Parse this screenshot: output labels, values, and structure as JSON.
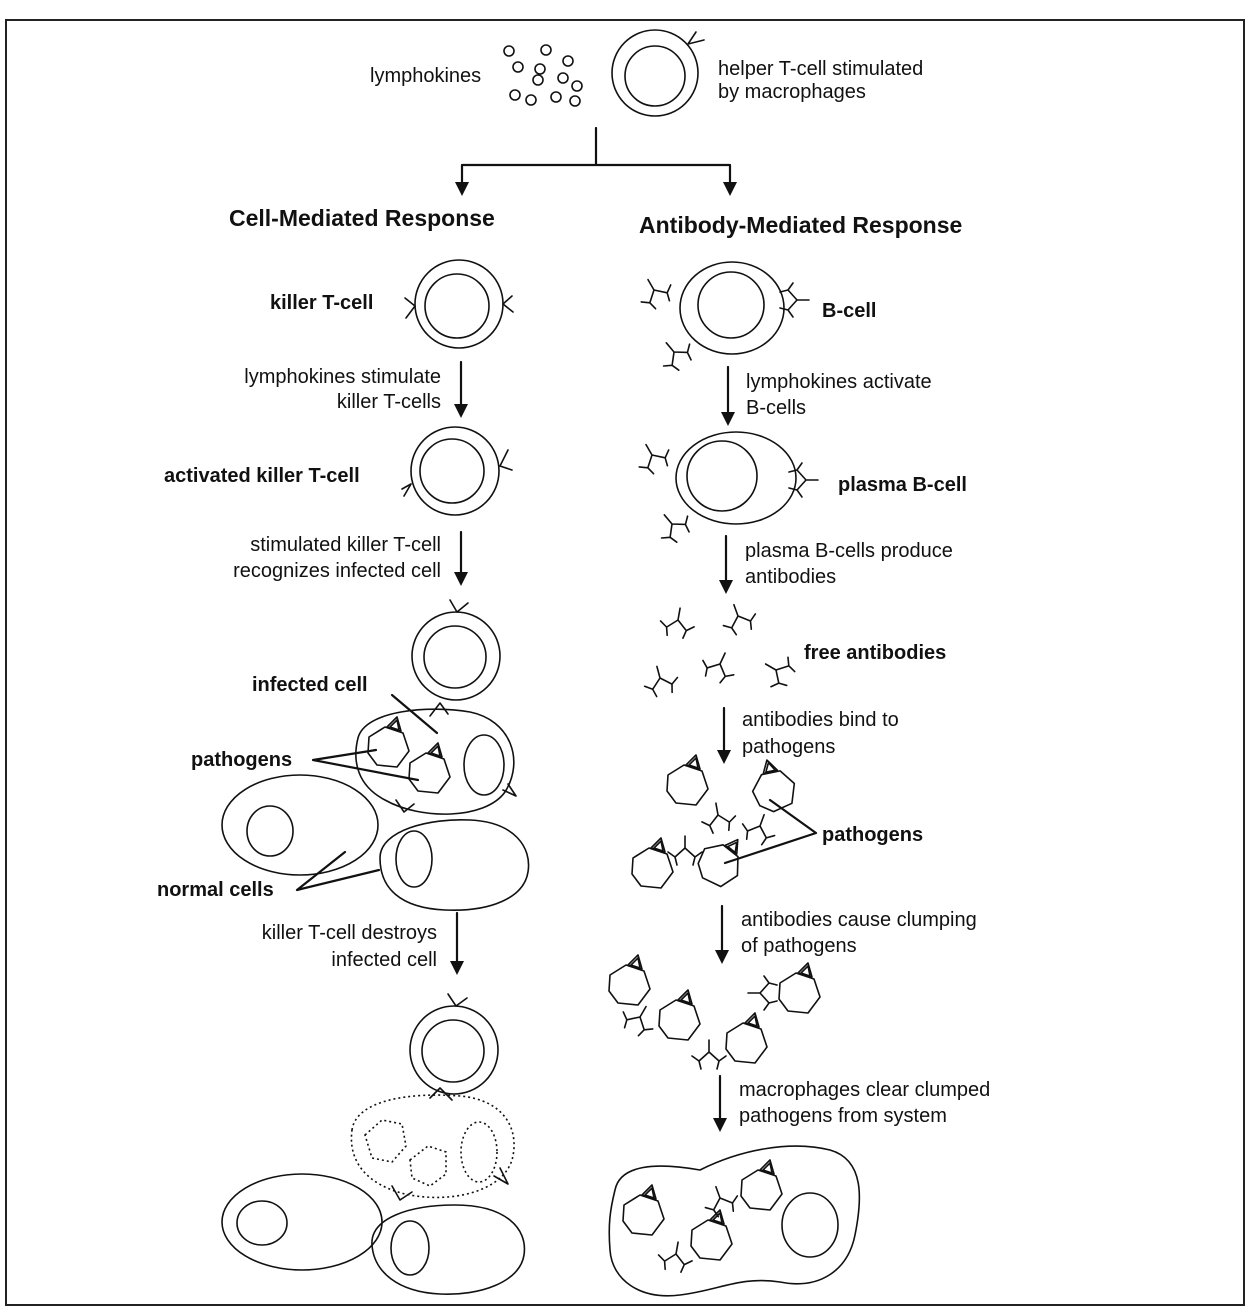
{
  "top": {
    "lymphokines_label": "lymphokines",
    "helper_label_line1": "helper T-cell stimulated",
    "helper_label_line2": "by macrophages"
  },
  "left": {
    "heading": "Cell-Mediated Response",
    "killer_label": "killer T-cell",
    "step1_line1": "lymphokines stimulate",
    "step1_line2": "killer T-cells",
    "activated_label": "activated killer T-cell",
    "step2_line1": "stimulated killer T-cell",
    "step2_line2": "recognizes infected cell",
    "infected_label": "infected cell",
    "pathogens_label": "pathogens",
    "normal_label": "normal cells",
    "step3_line1": "killer T-cell destroys",
    "step3_line2": "infected cell"
  },
  "right": {
    "heading": "Antibody-Mediated Response",
    "bcell_label": "B-cell",
    "step1_line1": "lymphokines activate",
    "step1_line2": "B-cells",
    "plasma_label": "plasma B-cell",
    "step2_line1": "plasma B-cells produce",
    "step2_line2": "antibodies",
    "free_label": "free antibodies",
    "step3_line1": "antibodies bind to",
    "step3_line2": "pathogens",
    "pathogens_label": "pathogens",
    "step4_line1": "antibodies cause clumping",
    "step4_line2": "of pathogens",
    "step5_line1": "macrophages clear clumped",
    "step5_line2": "pathogens from system"
  }
}
